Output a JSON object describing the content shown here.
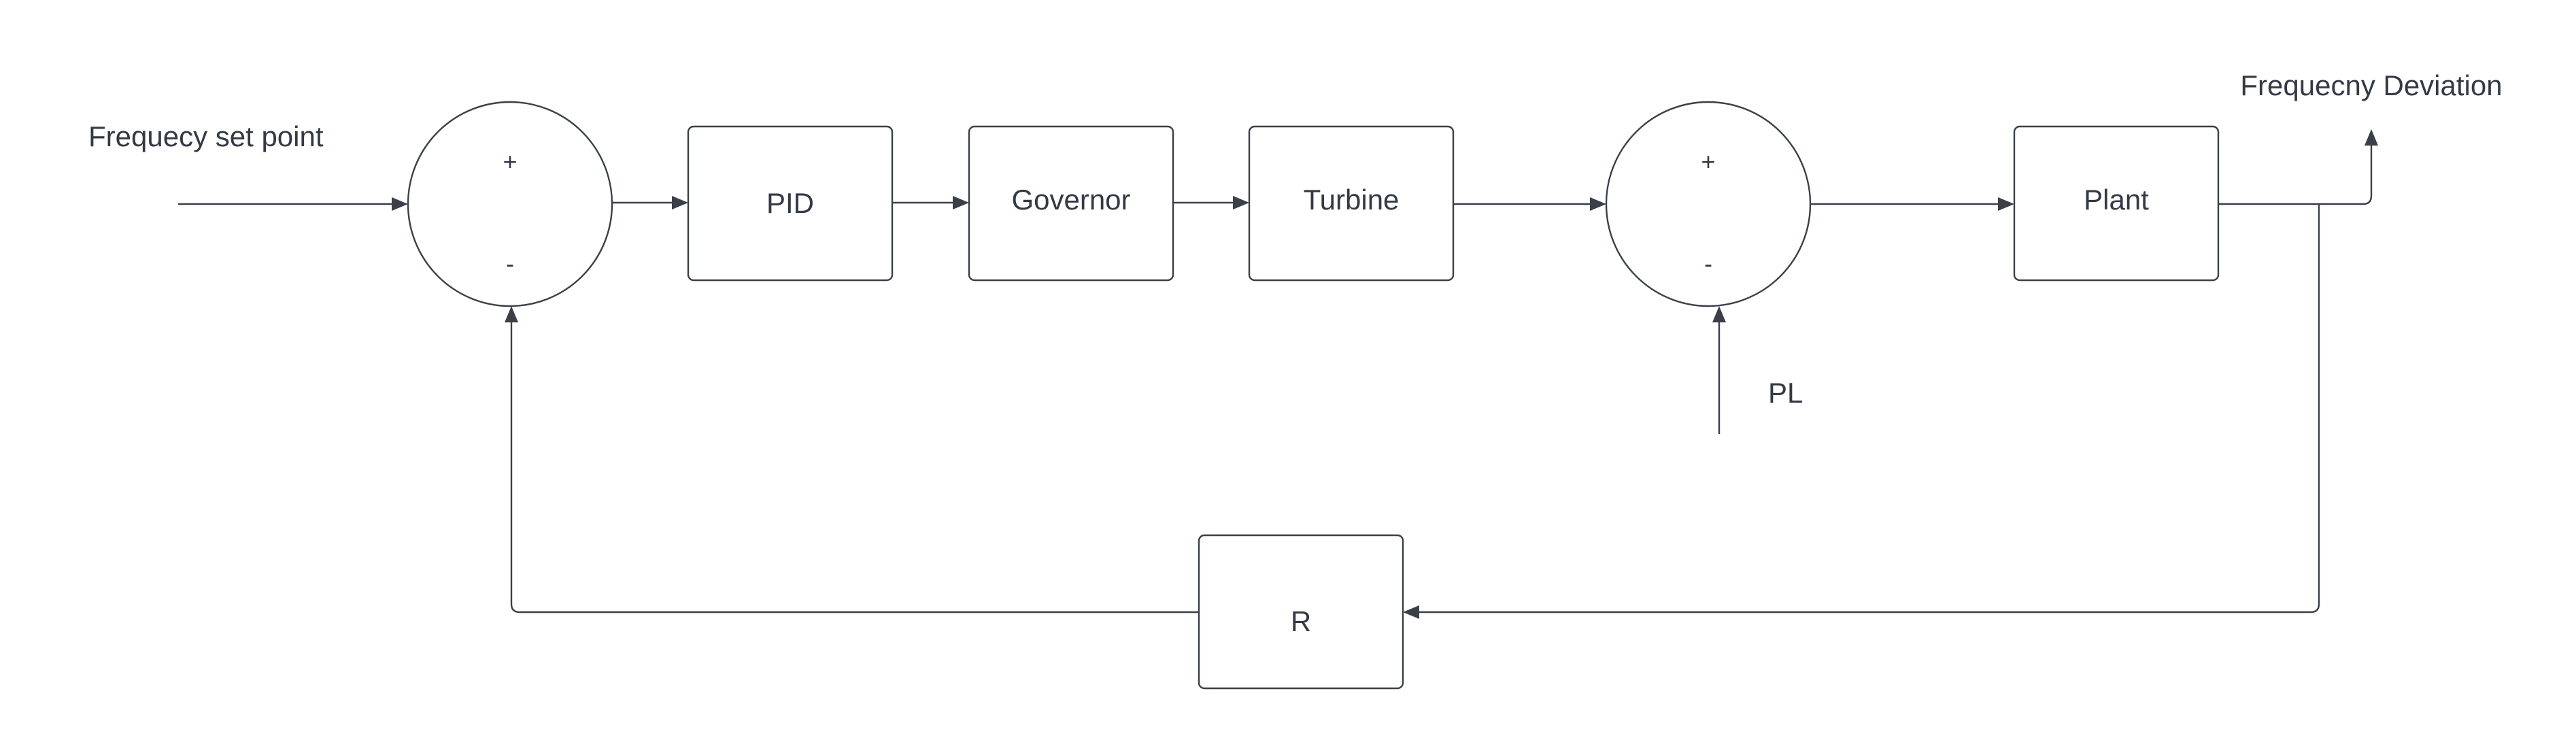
{
  "labels": {
    "input": "Frequecy set point",
    "output": "Frequecny Deviation",
    "disturbance": "PL"
  },
  "blocks": {
    "pid": "PID",
    "governor": "Governor",
    "turbine": "Turbine",
    "plant": "Plant",
    "r": "R"
  },
  "summing_junctions": {
    "sj1": {
      "top_sign": "+",
      "bottom_sign": "-"
    },
    "sj2": {
      "top_sign": "+",
      "bottom_sign": "-"
    }
  },
  "colors": {
    "stroke": "#3a3f48",
    "text": "#333a45",
    "background": "#ffffff"
  }
}
